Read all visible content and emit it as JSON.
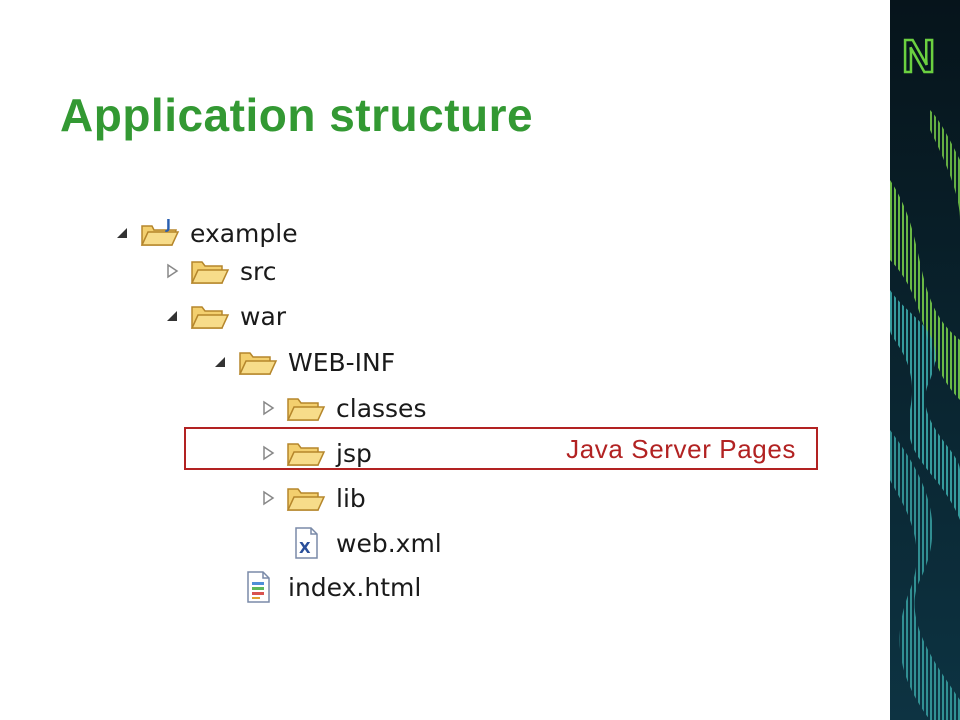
{
  "slide": {
    "title": "Application structure"
  },
  "tree": {
    "nodes": [
      {
        "label": "example",
        "expanded": true,
        "icon": "java-project-folder-icon"
      },
      {
        "label": "src",
        "expanded": false,
        "icon": "folder-icon"
      },
      {
        "label": "war",
        "expanded": true,
        "icon": "folder-icon"
      },
      {
        "label": "WEB-INF",
        "expanded": true,
        "icon": "folder-icon"
      },
      {
        "label": "classes",
        "expanded": false,
        "icon": "folder-icon"
      },
      {
        "label": "jsp",
        "expanded": false,
        "icon": "folder-icon"
      },
      {
        "label": "lib",
        "expanded": false,
        "icon": "folder-icon"
      },
      {
        "label": "web.xml",
        "icon": "xml-file-icon"
      },
      {
        "label": "index.html",
        "icon": "html-file-icon"
      }
    ]
  },
  "callout": {
    "text": "Java Server Pages",
    "color": "#b22222"
  },
  "colors": {
    "title": "#339933",
    "folder": "#e8b64a",
    "deco_dark": "#0b2530",
    "deco_green": "#5fcf3a"
  },
  "logo": {
    "letter": "N"
  }
}
